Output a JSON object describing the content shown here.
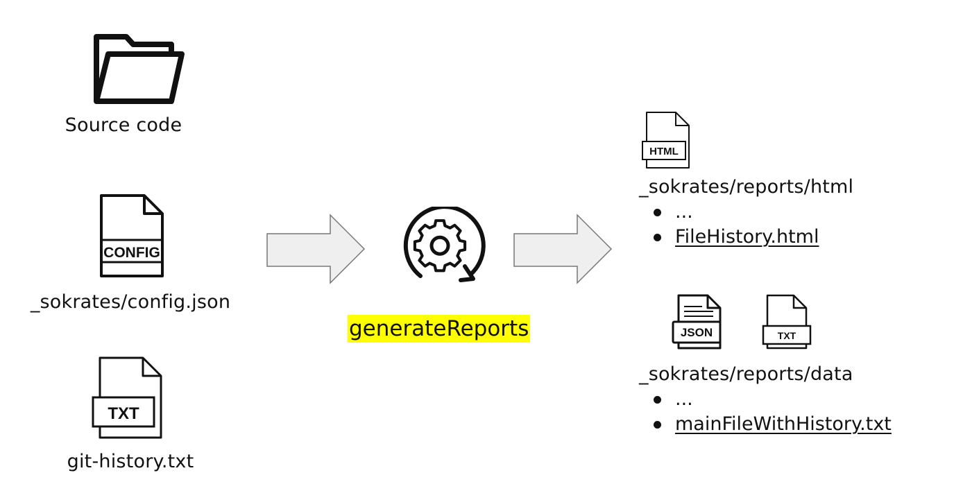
{
  "inputs": {
    "source_code": {
      "icon": "folder-icon",
      "label": "Source code"
    },
    "config": {
      "icon": "config-file-icon",
      "badge": "CONFIG",
      "label": "_sokrates/config.json"
    },
    "git_history": {
      "icon": "txt-file-icon",
      "badge": "TXT",
      "label": "git-history.txt"
    }
  },
  "process": {
    "icon": "gear-cycle-icon",
    "label": "generateReports",
    "highlight_color": "#ffff00"
  },
  "outputs": {
    "html": {
      "icon": "html-file-icon",
      "badge": "HTML",
      "path": "_sokrates/reports/html",
      "items": [
        "...",
        "FileHistory.html"
      ]
    },
    "data": {
      "icons": [
        {
          "name": "json-file-icon",
          "badge": "JSON"
        },
        {
          "name": "txt-file-icon",
          "badge": "TXT"
        }
      ],
      "path": "_sokrates/reports/data",
      "items": [
        "...",
        "mainFileWithHistory.txt"
      ]
    }
  },
  "colors": {
    "arrow_fill": "#efefef",
    "arrow_stroke": "#777777",
    "ink": "#111111"
  }
}
